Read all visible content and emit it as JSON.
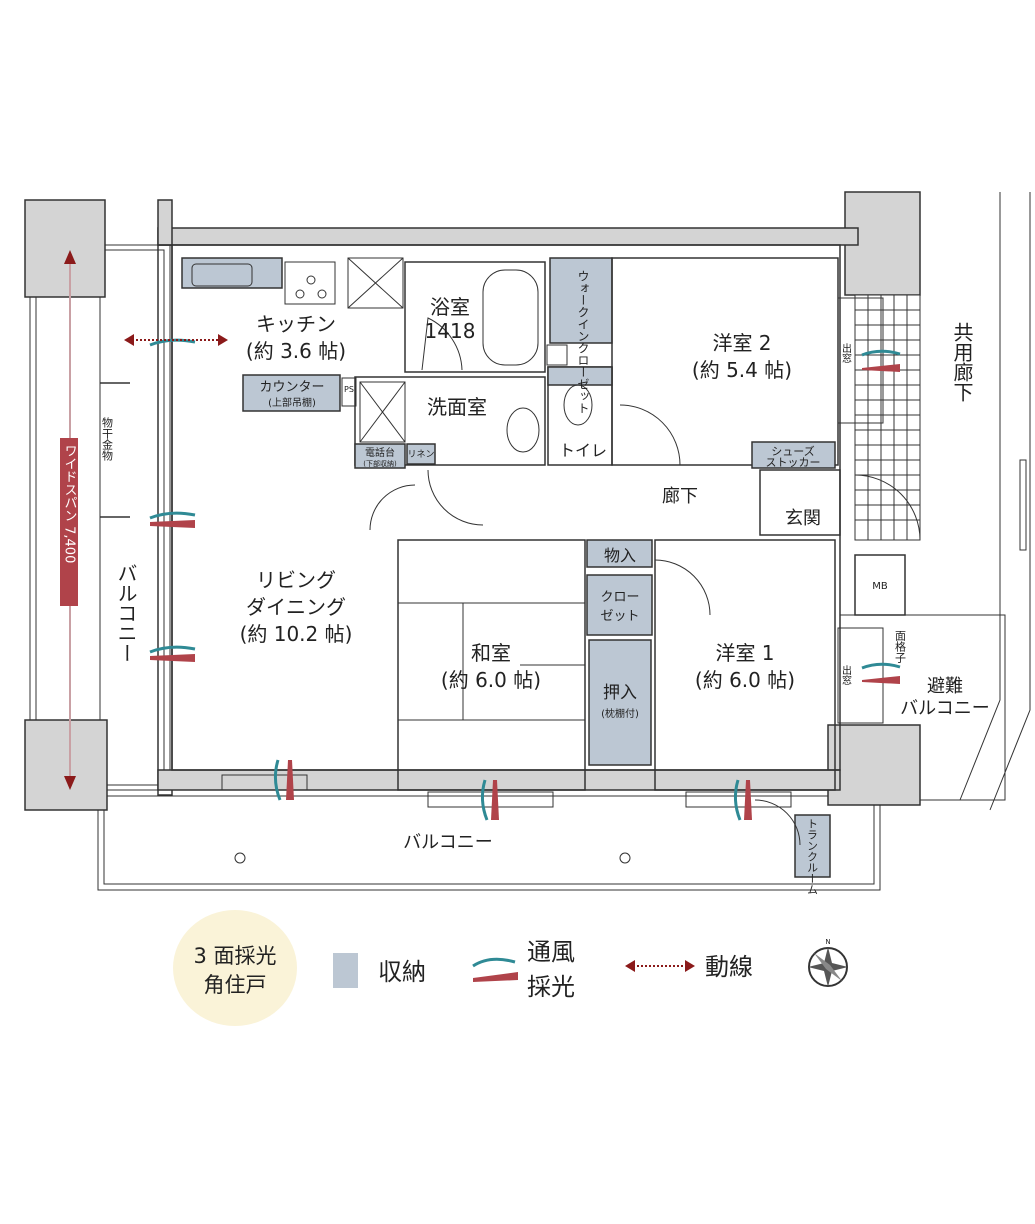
{
  "rooms": {
    "kitchen": {
      "name": "キッチン",
      "size": "(約 3.6 帖)"
    },
    "bath": {
      "name": "浴室",
      "size": "1418"
    },
    "walkin": "ウォークインクローゼット",
    "western2": {
      "name": "洋室 2",
      "size": "(約 5.4 帖)"
    },
    "counter": {
      "name": "カウンター",
      "sub": "(上部吊棚)"
    },
    "ps": "PS",
    "washroom": "洗面室",
    "toilet": "トイレ",
    "phone": {
      "name": "電話台",
      "sub": "(下部収納)"
    },
    "linen": "リネン",
    "hallway": "廊下",
    "shoe": {
      "l1": "シューズ",
      "l2": "ストッカー"
    },
    "entrance": "玄関",
    "living": {
      "l1": "リビング",
      "l2": "ダイニング",
      "size": "(約 10.2 帖)"
    },
    "storage": "物入",
    "closet": {
      "l1": "クロー",
      "l2": "ゼット"
    },
    "washitsu": {
      "name": "和室",
      "size": "(約 6.0 帖)"
    },
    "oshiire": {
      "name": "押入",
      "sub": "(枕棚付)"
    },
    "western1": {
      "name": "洋室 1",
      "size": "(約 6.0 帖)"
    },
    "mb": "MB",
    "bay1": "出窓",
    "bay2": "出窓",
    "lattice": "面格子",
    "evac": {
      "l1": "避難",
      "l2": "バルコニー"
    },
    "corridor": "共用廊下",
    "balcony_left": "バルコニー",
    "balcony_bottom": "バルコニー",
    "drying": "物干金物",
    "trunk": "トランクルーム",
    "widespan": "ワイドスパン 7,400"
  },
  "legend": {
    "badge_l1": "3 面採光",
    "badge_l2": "角住戸",
    "storage": "収納",
    "wind": "通風",
    "light": "採光",
    "flow": "動線",
    "compass_icon": "compass-icon"
  },
  "colors": {
    "storage": "#bcc7d3",
    "wall": "#d4d4d4",
    "wind": "#2f8a95",
    "light": "#b0434a",
    "flow": "#8b1a1a",
    "badge": "#faf3d8"
  }
}
